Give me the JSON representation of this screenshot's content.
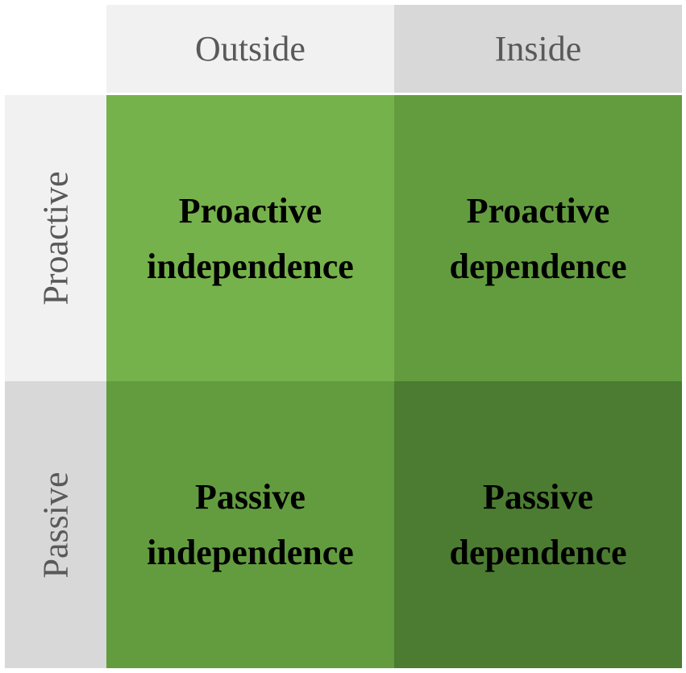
{
  "columns": {
    "outside": "Outside",
    "inside": "Inside"
  },
  "rows": {
    "proactive": "Proactive",
    "passive": "Passive"
  },
  "quadrants": {
    "proactive_outside": {
      "line1": "Proactive",
      "line2": "independence"
    },
    "proactive_inside": {
      "line1": "Proactive",
      "line2": "dependence"
    },
    "passive_outside": {
      "line1": "Passive",
      "line2": "independence"
    },
    "passive_inside": {
      "line1": "Passive",
      "line2": "dependence"
    }
  },
  "colors": {
    "header_light": "#f1f1f1",
    "header_dark": "#d8d8d8",
    "header_text": "#595959",
    "green_light": "#76b24b",
    "green_mid": "#639c3f",
    "green_dark": "#4c7c31"
  }
}
